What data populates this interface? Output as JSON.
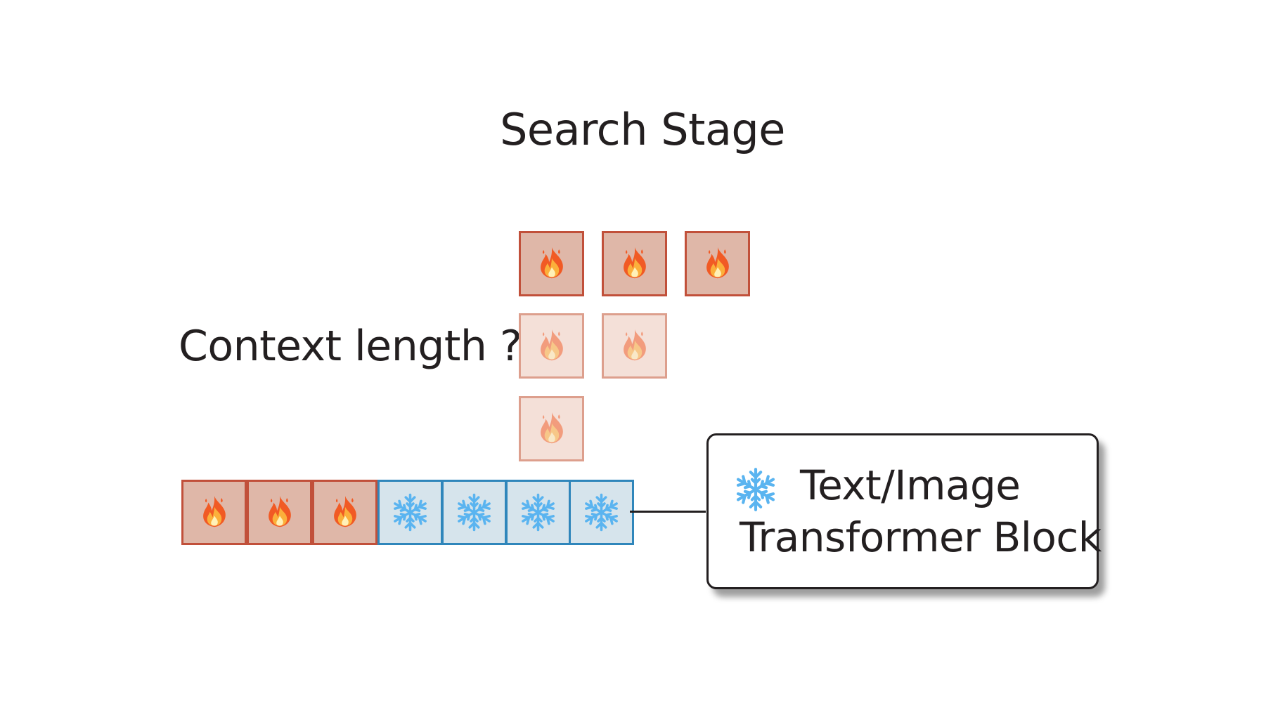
{
  "diagram": {
    "title": "Search Stage",
    "context_label": "Context length ?",
    "block": {
      "line1": "Text/Image",
      "line2": "Transformer Block",
      "icon": "snowflake-icon"
    },
    "tile_icons": {
      "trainable": "fire-icon",
      "frozen": "snowflake-icon"
    },
    "colors": {
      "trainable_fill": "#dfb7a8",
      "trainable_border": "#c1503a",
      "frozen_fill": "#d6e4ec",
      "frozen_border": "#2f86bb"
    }
  }
}
